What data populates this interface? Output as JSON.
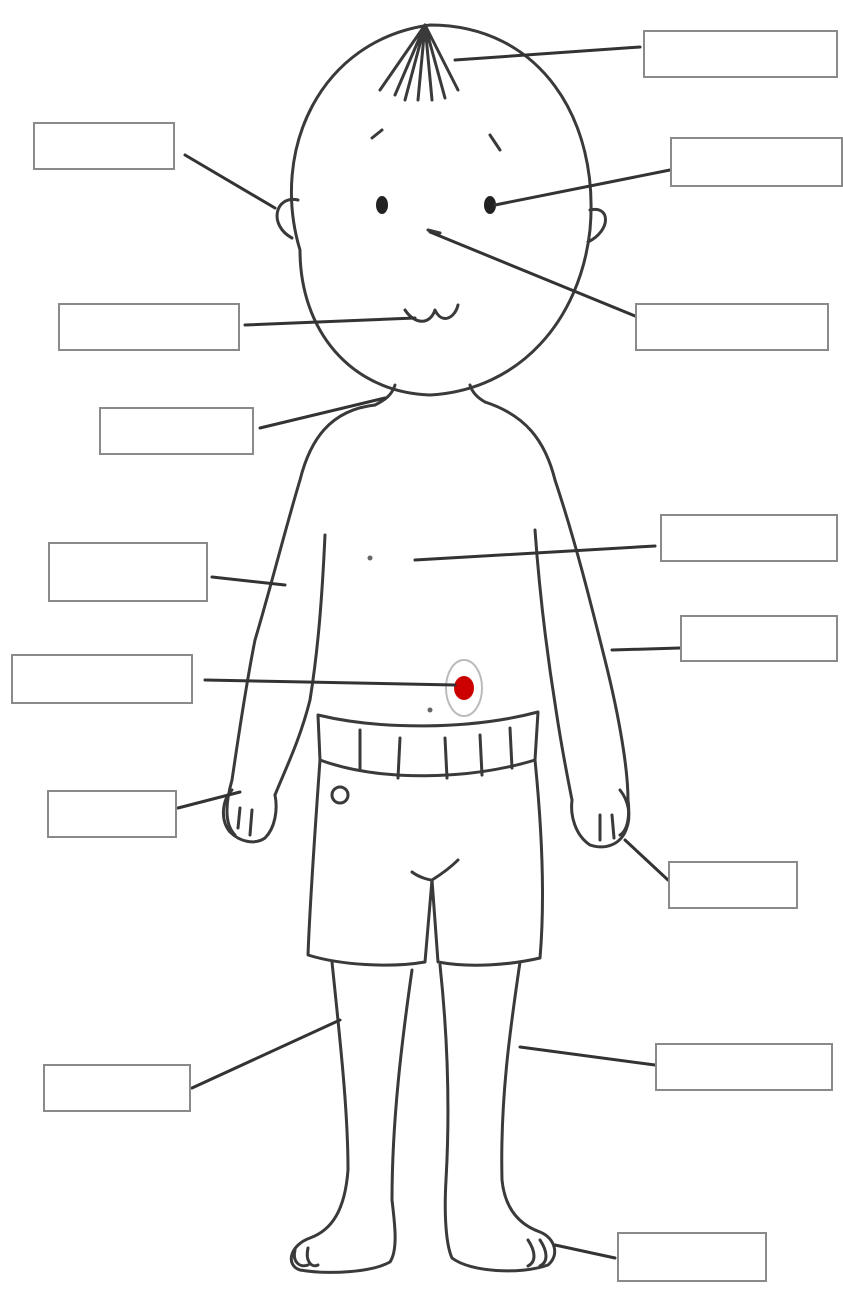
{
  "worksheet": {
    "label_boxes": [
      {
        "part": "hair",
        "text": ""
      },
      {
        "part": "ear",
        "text": ""
      },
      {
        "part": "eye",
        "text": ""
      },
      {
        "part": "mouth",
        "text": ""
      },
      {
        "part": "nose",
        "text": ""
      },
      {
        "part": "neck",
        "text": ""
      },
      {
        "part": "chest",
        "text": ""
      },
      {
        "part": "shoulder",
        "text": ""
      },
      {
        "part": "arm",
        "text": ""
      },
      {
        "part": "belly-button",
        "text": ""
      },
      {
        "part": "hand",
        "text": ""
      },
      {
        "part": "fingers",
        "text": ""
      },
      {
        "part": "leg",
        "text": ""
      },
      {
        "part": "knee",
        "text": ""
      },
      {
        "part": "foot",
        "text": ""
      }
    ],
    "colors": {
      "outline": "#3a3a3a",
      "box_border": "#8a8a8a",
      "leader_line": "#333333",
      "navel": "#cc0000"
    }
  }
}
